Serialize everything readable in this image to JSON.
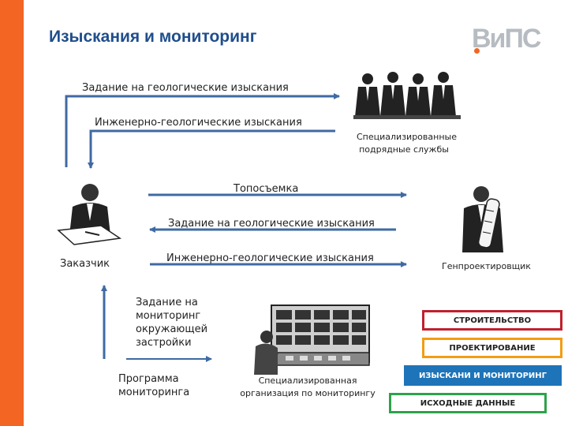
{
  "header": {
    "title": "Изыскания и мониторинг",
    "logo_text": "ВиПС"
  },
  "flow": {
    "task_geo_top": "Задание на геологические изыскания",
    "eng_geo_top": "Инженерно-геологические изыскания",
    "specialized_services": "Специализированные подрядные службы",
    "topo": "Топосъемка",
    "task_geo_mid": "Задание на геологические изыскания",
    "customer": "Заказчик",
    "eng_geo_mid": "Инженерно-геологические изыскания",
    "general_designer": "Генпроектировщик",
    "task_monitoring": "Задание на мониторинг окружающей застройки",
    "monitoring_program": "Программа мониторинга",
    "monitoring_org": "Специализированная организация по мониторингу"
  },
  "stages": [
    {
      "label": "СТРОИТЕЛЬСТВО",
      "color": "#c0202d"
    },
    {
      "label": "ПРОЕКТИРОВАНИЕ",
      "color": "#f39c12"
    },
    {
      "label": "ИЗЫСКАНИ И МОНИТОРИНГ",
      "color": "#1e74b8"
    },
    {
      "label": "ИСХОДНЫЕ ДАННЫЕ",
      "color": "#2ea24a"
    }
  ]
}
